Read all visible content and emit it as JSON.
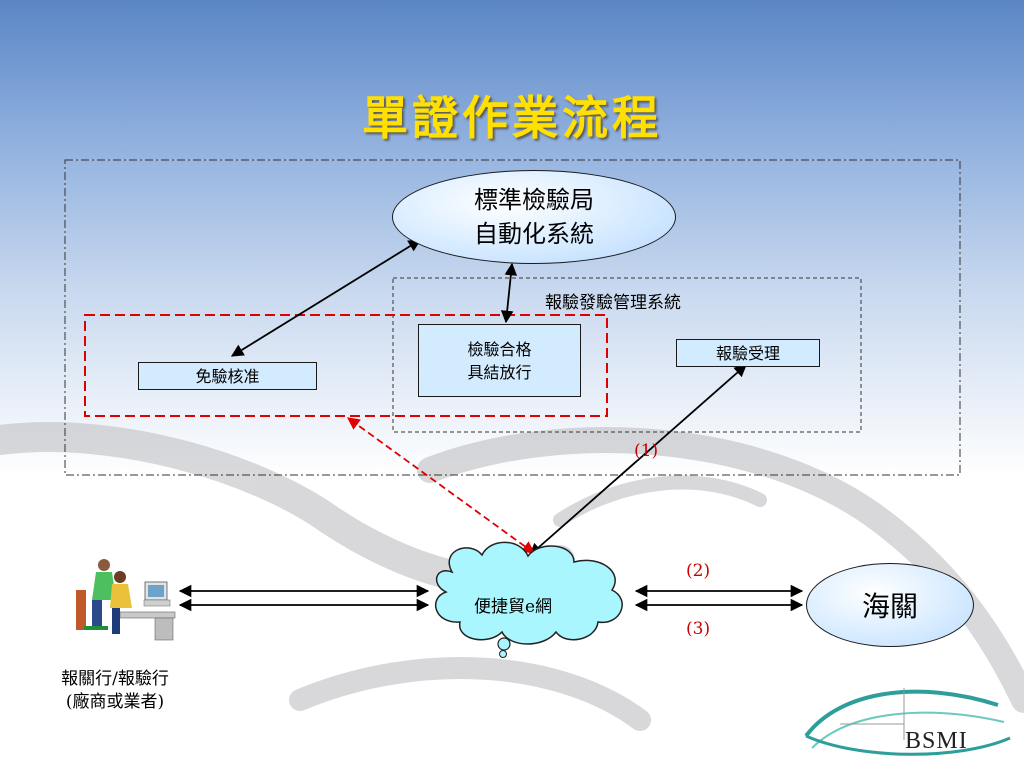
{
  "slide": {
    "title": "單證作業流程"
  },
  "diagram": {
    "bsmi_system_line1": "標準檢驗局",
    "bsmi_system_line2": "自動化系統",
    "management_system_label": "報驗發驗管理系統",
    "exemption_box": "免驗核准",
    "pass_cert_line1": "檢驗合格",
    "pass_cert_line2": "具結放行",
    "application_box": "報驗受理",
    "ecloud_label": "便捷貿e網",
    "customs_label": "海關",
    "step1": "(1)",
    "step2": "(2)",
    "step3": "(3)",
    "applicant_line1": "報關行/報驗行",
    "applicant_line2": "(廠商或業者)"
  },
  "logo": {
    "text": "BSMI",
    "color": "#2e9e9a"
  },
  "colors": {
    "title": "#ffe000",
    "box_fill": "#d3ebff",
    "red_dashed": "#e00000",
    "cloud_fill": "#a9f6ff"
  }
}
